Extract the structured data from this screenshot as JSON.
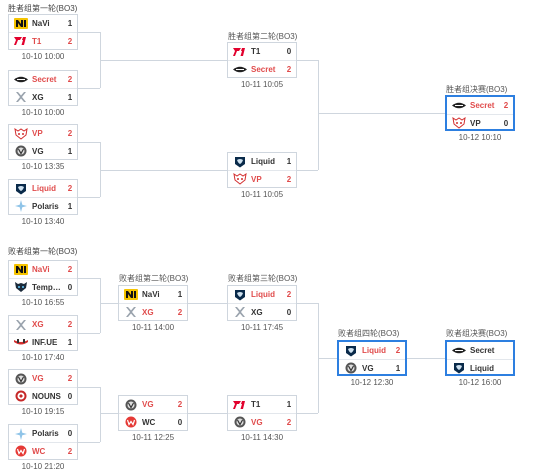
{
  "upper_section_title": "胜者组第一轮(BO3)",
  "lower_section_title": "败者组第一轮(BO3)",
  "round_titles": {
    "ub_r2": "胜者组第二轮(BO3)",
    "ub_final": "胜者组决赛(BO3)",
    "lb_r2": "败者组第二轮(BO3)",
    "lb_r3": "败者组第三轮(BO3)",
    "lb_r4": "败者组四轮(BO3)",
    "lb_final": "败者组决赛(BO3)"
  },
  "colors": {
    "win": "#e04b4b",
    "highlight_border": "#2d7fe0",
    "border": "#cfd6de"
  },
  "matches": {
    "ub1a": {
      "time": "10-10 10:00",
      "teams": [
        {
          "name": "NaVi",
          "score": "1",
          "winner": false,
          "icon": "navi-logo"
        },
        {
          "name": "T1",
          "score": "2",
          "winner": true,
          "icon": "t1-logo"
        }
      ]
    },
    "ub1b": {
      "time": "10-10 10:00",
      "teams": [
        {
          "name": "Secret",
          "score": "2",
          "winner": true,
          "icon": "secret-logo"
        },
        {
          "name": "XG",
          "score": "1",
          "winner": false,
          "icon": "xg-logo"
        }
      ]
    },
    "ub1c": {
      "time": "10-10 13:35",
      "teams": [
        {
          "name": "VP",
          "score": "2",
          "winner": true,
          "icon": "vp-logo"
        },
        {
          "name": "VG",
          "score": "1",
          "winner": false,
          "icon": "vg-logo"
        }
      ]
    },
    "ub1d": {
      "time": "10-10 13:40",
      "teams": [
        {
          "name": "Liquid",
          "score": "2",
          "winner": true,
          "icon": "liquid-logo"
        },
        {
          "name": "Polaris",
          "score": "1",
          "winner": false,
          "icon": "polaris-logo"
        }
      ]
    },
    "ub2a": {
      "time": "10-11 10:05",
      "teams": [
        {
          "name": "T1",
          "score": "0",
          "winner": false,
          "icon": "t1-logo"
        },
        {
          "name": "Secret",
          "score": "2",
          "winner": true,
          "icon": "secret-logo"
        }
      ]
    },
    "ub2b": {
      "time": "10-11 10:05",
      "teams": [
        {
          "name": "Liquid",
          "score": "1",
          "winner": false,
          "icon": "liquid-logo"
        },
        {
          "name": "VP",
          "score": "2",
          "winner": true,
          "icon": "vp-logo"
        }
      ]
    },
    "ubf": {
      "time": "10-12 10:10",
      "teams": [
        {
          "name": "Secret",
          "score": "2",
          "winner": true,
          "icon": "secret-logo"
        },
        {
          "name": "VP",
          "score": "0",
          "winner": false,
          "icon": "vp-logo"
        }
      ]
    },
    "lb1a": {
      "time": "10-10 16:55",
      "teams": [
        {
          "name": "NaVi",
          "score": "2",
          "winner": true,
          "icon": "navi-logo"
        },
        {
          "name": "Temp…",
          "score": "0",
          "winner": false,
          "icon": "tempest-logo"
        }
      ]
    },
    "lb1b": {
      "time": "10-10 17:40",
      "teams": [
        {
          "name": "XG",
          "score": "2",
          "winner": true,
          "icon": "xg-logo"
        },
        {
          "name": "INF.UE",
          "score": "1",
          "winner": false,
          "icon": "infamous-logo"
        }
      ]
    },
    "lb1c": {
      "time": "10-10 19:15",
      "teams": [
        {
          "name": "VG",
          "score": "2",
          "winner": true,
          "icon": "vg-logo"
        },
        {
          "name": "NOUNS",
          "score": "0",
          "winner": false,
          "icon": "nouns-logo"
        }
      ]
    },
    "lb1d": {
      "time": "10-10 21:20",
      "teams": [
        {
          "name": "Polaris",
          "score": "0",
          "winner": false,
          "icon": "polaris-logo"
        },
        {
          "name": "WC",
          "score": "2",
          "winner": true,
          "icon": "wc-logo"
        }
      ]
    },
    "lb2a": {
      "time": "10-11 14:00",
      "teams": [
        {
          "name": "NaVi",
          "score": "1",
          "winner": false,
          "icon": "navi-logo"
        },
        {
          "name": "XG",
          "score": "2",
          "winner": true,
          "icon": "xg-logo"
        }
      ]
    },
    "lb2b": {
      "time": "10-11 12:25",
      "teams": [
        {
          "name": "VG",
          "score": "2",
          "winner": true,
          "icon": "vg-logo"
        },
        {
          "name": "WC",
          "score": "0",
          "winner": false,
          "icon": "wc-logo"
        }
      ]
    },
    "lb3a": {
      "time": "10-11 17:45",
      "teams": [
        {
          "name": "Liquid",
          "score": "2",
          "winner": true,
          "icon": "liquid-logo"
        },
        {
          "name": "XG",
          "score": "0",
          "winner": false,
          "icon": "xg-logo"
        }
      ]
    },
    "lb3b": {
      "time": "10-11 14:30",
      "teams": [
        {
          "name": "T1",
          "score": "1",
          "winner": false,
          "icon": "t1-logo"
        },
        {
          "name": "VG",
          "score": "2",
          "winner": true,
          "icon": "vg-logo"
        }
      ]
    },
    "lb4": {
      "time": "10-12 12:30",
      "teams": [
        {
          "name": "Liquid",
          "score": "2",
          "winner": true,
          "icon": "liquid-logo"
        },
        {
          "name": "VG",
          "score": "1",
          "winner": false,
          "icon": "vg-logo"
        }
      ]
    },
    "lbf": {
      "time": "10-12 16:00",
      "teams": [
        {
          "name": "Secret",
          "score": "",
          "winner": false,
          "icon": "secret-logo"
        },
        {
          "name": "Liquid",
          "score": "",
          "winner": false,
          "icon": "liquid-logo"
        }
      ]
    }
  }
}
